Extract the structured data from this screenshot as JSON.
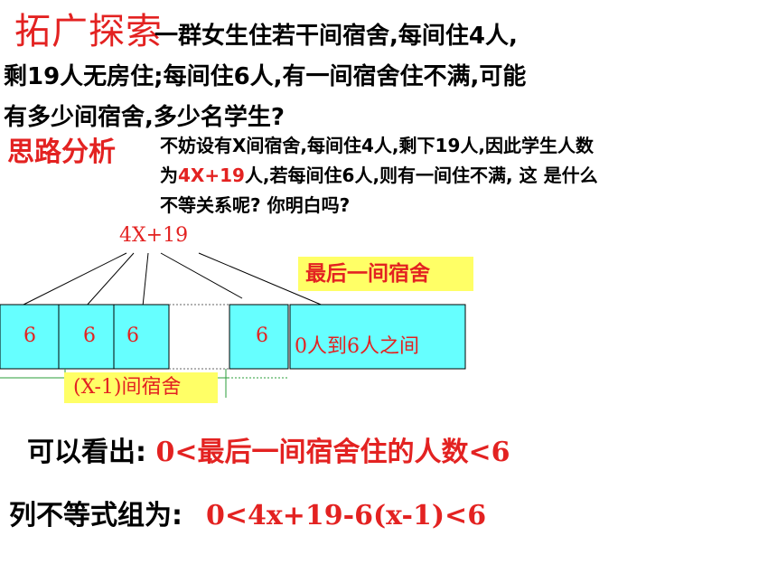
{
  "title": "拓广探索",
  "problem": {
    "line1": "一群女生住若干间宿舍,每间住4人,",
    "line2": "剩19人无房住;每间住6人,有一间宿舍住不满,可能",
    "line3": "有多少间宿舍,多少名学生?"
  },
  "analysis": {
    "label": "思路分析",
    "line1": "不妨设有X间宿舍,每间住4人,剩下19人,因此学生人数",
    "line2_prefix": "为",
    "line2_expr": "4X+19",
    "line2_suffix": "人,若每间住6人,则有一间住不满, 这 是什么",
    "line3": "不等关系呢? 你明白吗?"
  },
  "diagram": {
    "total_label": "4X+19",
    "box_values": [
      "6",
      "6",
      "6",
      "6"
    ],
    "last_box_text": "0人到6人之间",
    "last_room_label": "最后一间宿舍",
    "rooms_label": "(X-1)间宿舍"
  },
  "conclusion": {
    "line1_prefix": "可以看出: ",
    "line1_expr": "0<最后一间宿舍住的人数<6",
    "line2_prefix": "列不等式组为:",
    "line2_expr": "0<4x+19-6(x-1)<6"
  },
  "colors": {
    "accent": "#e32221",
    "box_fill": "#66ffff",
    "highlight": "#ffff66"
  }
}
